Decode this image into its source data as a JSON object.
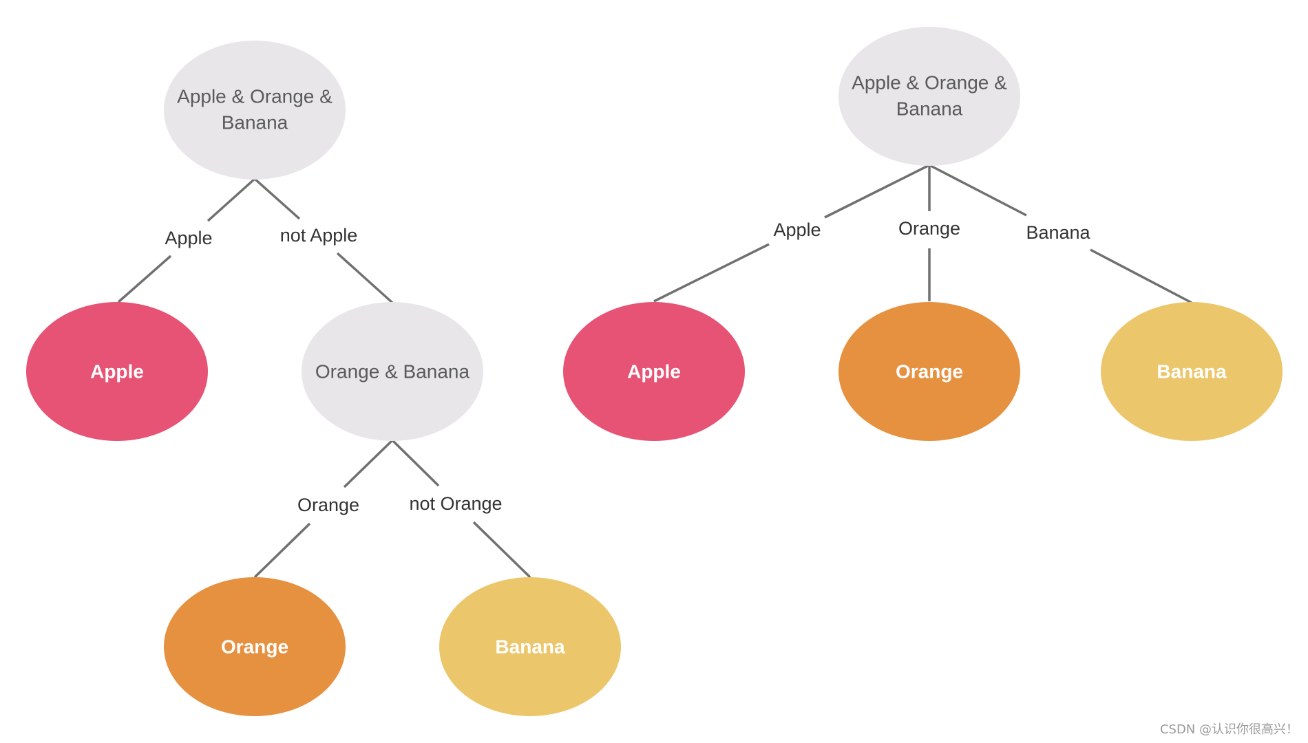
{
  "colors": {
    "neutral": "#e8e6e9",
    "apple": "#e65374",
    "orange": "#e69140",
    "banana": "#ecc66b",
    "edge": "#707070"
  },
  "left_tree": {
    "root": {
      "line1": "Apple & Orange &",
      "line2": "Banana"
    },
    "edge_apple": "Apple",
    "edge_not_apple": "not Apple",
    "leaf_apple": "Apple",
    "mid": "Orange & Banana",
    "edge_orange": "Orange",
    "edge_not_orange": "not Orange",
    "leaf_orange": "Orange",
    "leaf_banana": "Banana"
  },
  "right_tree": {
    "root": {
      "line1": "Apple & Orange &",
      "line2": "Banana"
    },
    "edge_apple": "Apple",
    "edge_orange": "Orange",
    "edge_banana": "Banana",
    "leaf_apple": "Apple",
    "leaf_orange": "Orange",
    "leaf_banana": "Banana"
  },
  "watermark": "CSDN @认识你很高兴！"
}
